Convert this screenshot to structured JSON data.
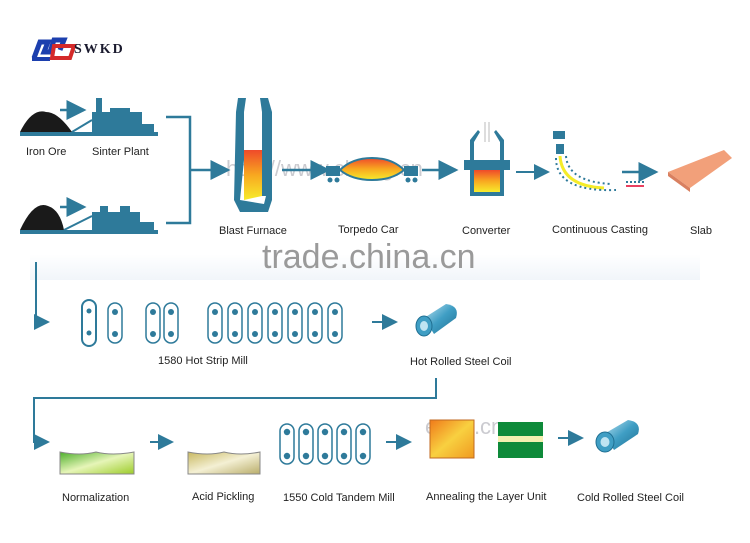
{
  "logo": {
    "icon": "swkd-logo-icon",
    "text": "SWKD"
  },
  "watermarks": {
    "main": "trade.china.cn",
    "faint_1": "http://www.cheng.cn",
    "faint_2": "eeng.cn"
  },
  "stage1": {
    "inputs": [
      {
        "label": "Iron Ore",
        "icon": "ore-pile-icon"
      },
      {
        "label": "Sinter Plant",
        "icon": "sinter-plant-icon"
      }
    ],
    "steps": [
      {
        "label": "Blast Furnace",
        "icon": "blast-furnace-icon"
      },
      {
        "label": "Torpedo Car",
        "icon": "torpedo-car-icon"
      },
      {
        "label": "Converter",
        "icon": "converter-icon"
      },
      {
        "label": "Continuous Casting",
        "icon": "continuous-casting-icon"
      },
      {
        "label": "Slab",
        "icon": "slab-icon"
      }
    ]
  },
  "stage2": {
    "steps": [
      {
        "label": "1580 Hot Strip Mill",
        "icon": "hot-strip-mill-icon"
      },
      {
        "label": "Hot Rolled Steel Coil",
        "icon": "steel-coil-icon"
      }
    ]
  },
  "stage3": {
    "steps": [
      {
        "label": "Normalization",
        "icon": "normalization-tank-icon"
      },
      {
        "label": "Acid Pickling",
        "icon": "acid-pickling-tank-icon"
      },
      {
        "label": "1550 Cold Tandem Mill",
        "icon": "cold-tandem-mill-icon"
      },
      {
        "label": "Annealing the Layer Unit",
        "icon": "annealing-unit-icon"
      },
      {
        "label": "Cold Rolled Steel Coil",
        "icon": "steel-coil-icon"
      }
    ]
  },
  "colors": {
    "equipment": "#2e7a9a",
    "hot": "#e8322a",
    "warm": "#f7a21b",
    "cool": "#f5ec2a",
    "slab": "#f2a07a",
    "logo_blue": "#1c3fae",
    "logo_red": "#d42a2a"
  }
}
